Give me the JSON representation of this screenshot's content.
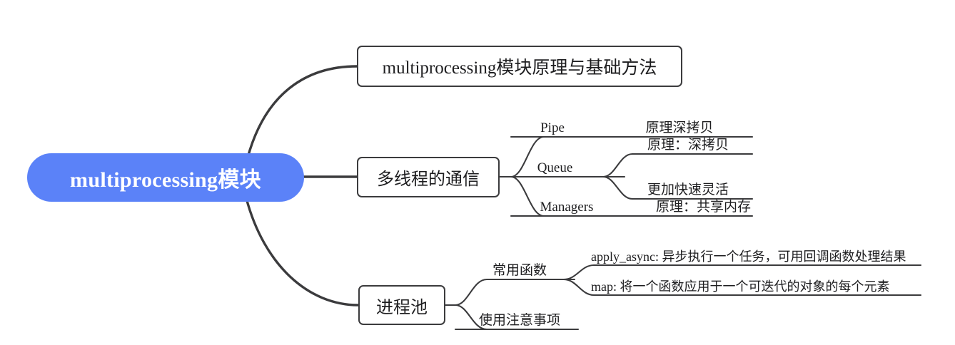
{
  "diagram": {
    "type": "mindmap",
    "title": "multiprocessing模块",
    "background_color": "#ffffff",
    "root_color": "#5b82f8",
    "root_text_color": "#ffffff",
    "line_color": "#3b3b3d",
    "node_border_color": "#3b3b3d",
    "text_color": "#1d1d1f"
  },
  "root": {
    "label": "multiprocessing模块"
  },
  "branches": [
    {
      "id": "branch-1",
      "label": "multiprocessing模块原理与基础方法",
      "children": []
    },
    {
      "id": "branch-2",
      "label": "多线程的通信",
      "children": [
        {
          "id": "pipe",
          "label": "Pipe",
          "children": [
            {
              "id": "pipe-detail",
              "label": "原理深拷贝"
            }
          ]
        },
        {
          "id": "queue",
          "label": "Queue",
          "children": [
            {
              "id": "queue-detail-1",
              "label": "原理：深拷贝"
            },
            {
              "id": "queue-detail-2",
              "label": "更加快速灵活"
            }
          ]
        },
        {
          "id": "managers",
          "label": "Managers",
          "children": [
            {
              "id": "managers-detail",
              "label": "原理：共享内存"
            }
          ]
        }
      ]
    },
    {
      "id": "branch-3",
      "label": "进程池",
      "children": [
        {
          "id": "common-funcs",
          "label": "常用函数",
          "children": [
            {
              "id": "apply-async",
              "label": "apply_async: 异步执行一个任务，可用回调函数处理结果"
            },
            {
              "id": "map",
              "label": "map: 将一个函数应用于一个可迭代的对象的每个元素"
            }
          ]
        },
        {
          "id": "usage-notes",
          "label": "使用注意事项",
          "children": []
        }
      ]
    }
  ]
}
